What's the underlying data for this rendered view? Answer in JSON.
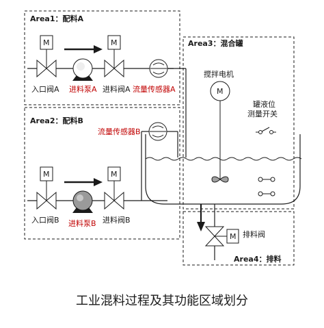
{
  "areas": {
    "a1": "Area1：配料A",
    "a2": "Area2：配料B",
    "a3": "Area3：混合罐",
    "a4": "Area4：排料"
  },
  "line_a": {
    "inlet_valve": "入口阀A",
    "pump": "进料泵A",
    "feed_valve": "进料阀A",
    "flow_sensor": "流量传感器A"
  },
  "line_b": {
    "inlet_valve": "入口阀B",
    "pump": "进料泵B",
    "feed_valve": "进料阀B",
    "flow_sensor": "流量传感器B"
  },
  "tank": {
    "motor": "搅拌电机",
    "level_switch_line1": "罐液位",
    "level_switch_line2": "测量开关"
  },
  "discharge_valve": "排料阀",
  "motor_symbol": "M",
  "caption": "工业混料过程及其功能区域划分",
  "colors": {
    "line": "#1a1a1a",
    "red_label": "#c00000",
    "pump_fill": "#9a9a9a"
  }
}
